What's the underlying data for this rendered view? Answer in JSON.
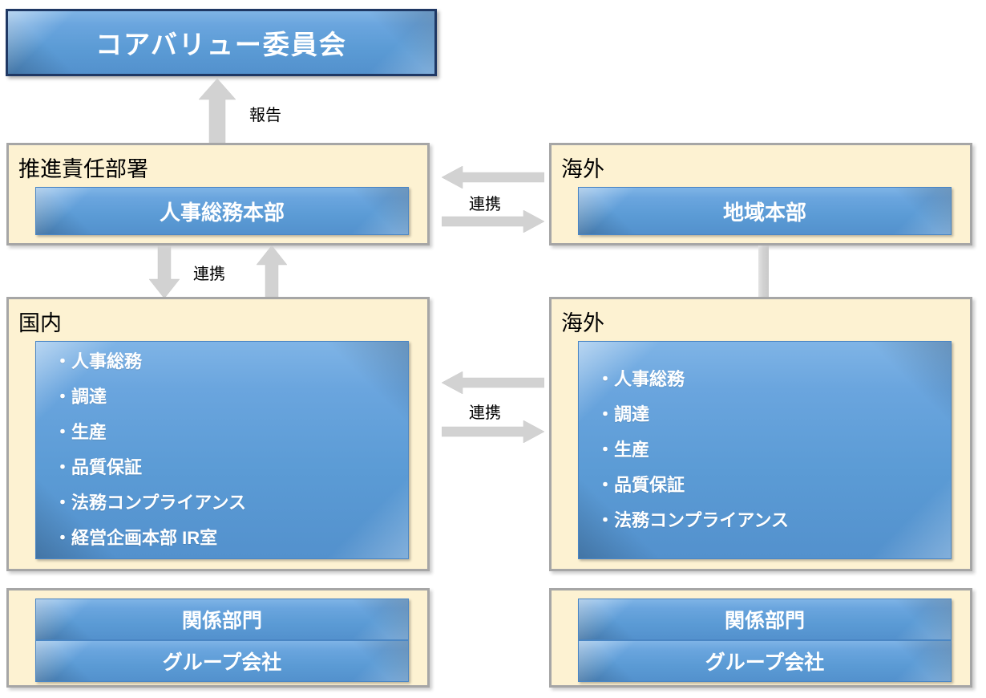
{
  "diagram": {
    "title_box": {
      "label": "コアバリュー委員会"
    },
    "edges": {
      "report": "報告",
      "cooperation_vertical": "連携",
      "cooperation_top": "連携",
      "cooperation_mid": "連携"
    },
    "panels": {
      "promotion": {
        "label": "推進責任部署",
        "box": "人事総務本部"
      },
      "overseas_hq": {
        "label": "海外",
        "box": "地域本部"
      },
      "domestic": {
        "label": "国内",
        "items": [
          "・人事総務",
          "・調達",
          "・生産",
          "・品質保証",
          "・法務コンプライアンス",
          "・経営企画本部 IR室"
        ]
      },
      "overseas_functions": {
        "label": "海外",
        "items": [
          "・人事総務",
          "・調達",
          "・生産",
          "・品質保証",
          "・法務コンプライアンス"
        ]
      },
      "related_left": {
        "box_top": "関係部門",
        "box_bottom": "グループ会社"
      },
      "related_right": {
        "box_top": "関係部門",
        "box_bottom": "グループ会社"
      }
    }
  },
  "colors": {
    "box_blue": "#5b9bd5",
    "panel_cream": "#fdf2d2",
    "panel_border": "#a6a6a6",
    "arrow_gray": "#d2d2d2",
    "title_border": "#1f3864",
    "text_white": "#ffffff",
    "text_black": "#000000"
  }
}
